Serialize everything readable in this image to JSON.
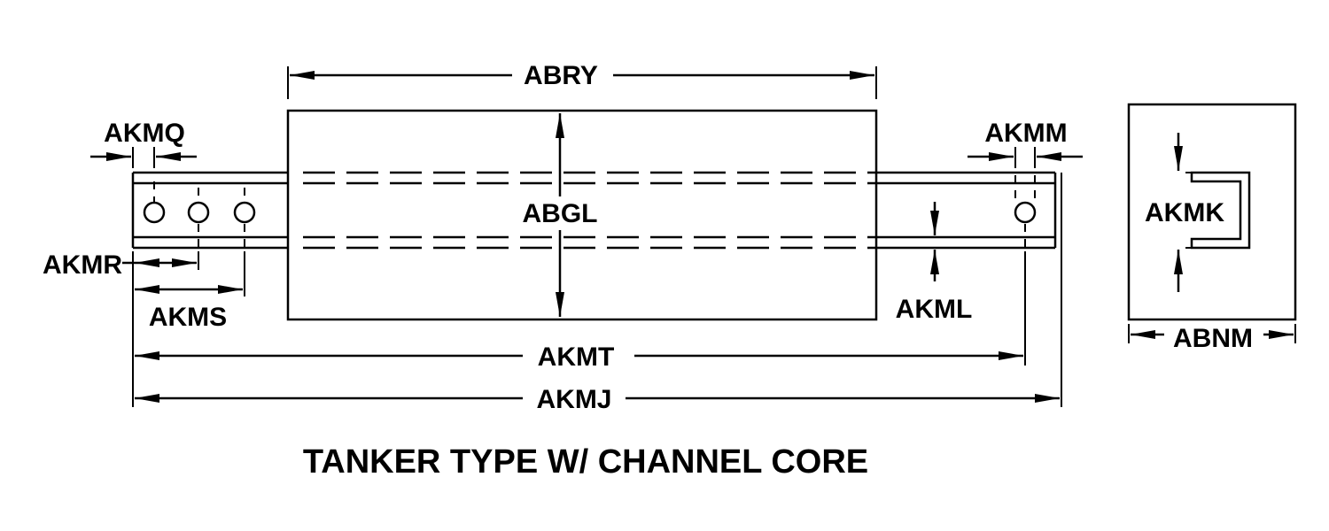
{
  "title": "TANKER TYPE W/ CHANNEL CORE",
  "labels": {
    "abry": "ABRY",
    "abgl": "ABGL",
    "akmq": "AKMQ",
    "akmm": "AKMM",
    "akmr": "AKMR",
    "akms": "AKMS",
    "akml": "AKML",
    "akmt": "AKMT",
    "akmj": "AKMJ",
    "akmk": "AKMK",
    "abnm": "ABNM"
  }
}
